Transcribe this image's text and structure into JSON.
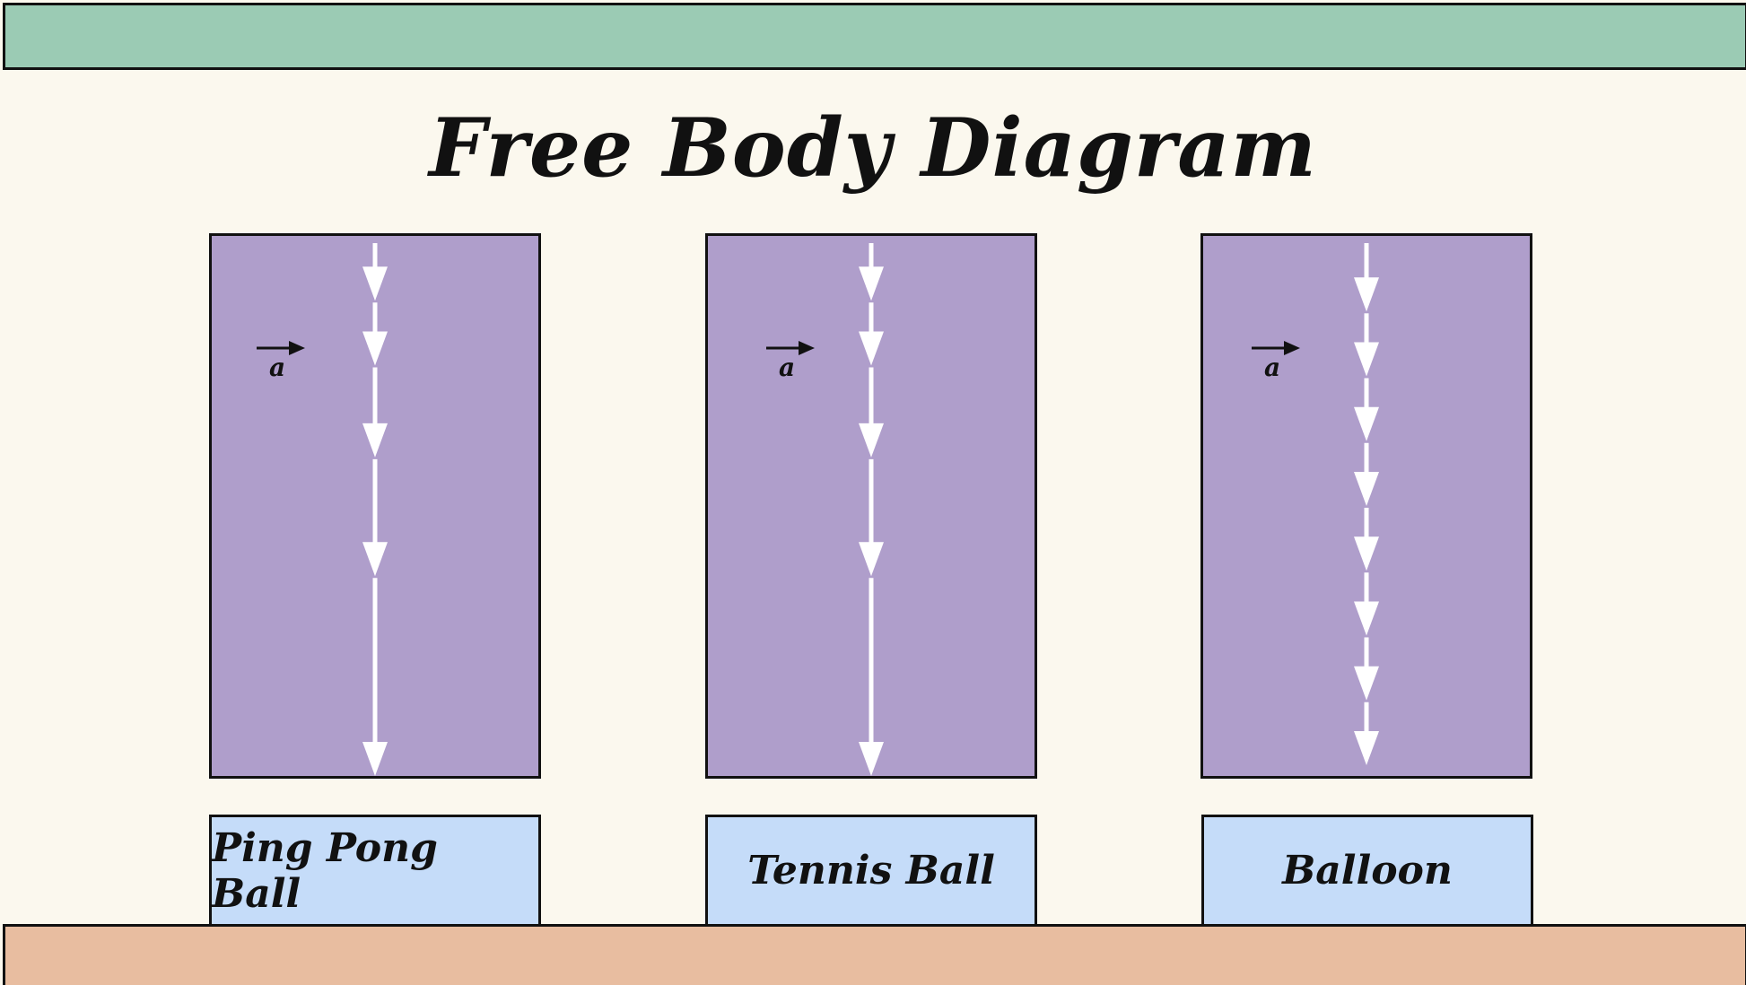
{
  "title": "Free Body Diagram",
  "colors": {
    "background": "#fbf8ee",
    "top_band": "#9bcbb4",
    "bottom_band": "#e8bda0",
    "panel": "#af9ecb",
    "label_box": "#c5dcf9",
    "arrow": "#ffffff",
    "outline": "#111111"
  },
  "acceleration_symbol": "a",
  "diagrams": [
    {
      "label": "Ping Pong Ball",
      "arrow_tips": [
        0.12,
        0.24,
        0.41,
        0.63,
        1.0
      ]
    },
    {
      "label": "Tennis Ball",
      "arrow_tips": [
        0.12,
        0.24,
        0.41,
        0.63,
        1.0
      ]
    },
    {
      "label": "Balloon",
      "arrow_tips": [
        0.14,
        0.26,
        0.38,
        0.5,
        0.62,
        0.74,
        0.86,
        0.98
      ]
    }
  ]
}
